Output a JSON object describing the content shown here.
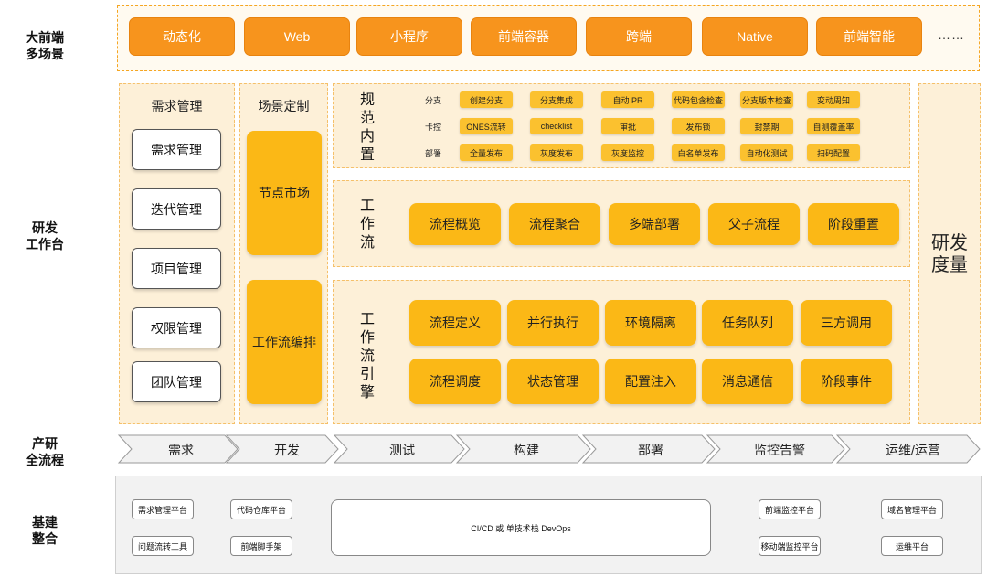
{
  "rows": {
    "frontend_scenes": "大前端\n多场景",
    "workbench": "研发\n工作台",
    "process": "产研\n全流程",
    "infra": "基建\n整合"
  },
  "frontend": {
    "items": [
      "动态化",
      "Web",
      "小程序",
      "前端容器",
      "跨端",
      "Native",
      "前端智能"
    ],
    "more": "……"
  },
  "demand_mgmt": {
    "title": "需求管理",
    "items": [
      "需求管理",
      "迭代管理",
      "项目管理",
      "权限管理",
      "团队管理"
    ]
  },
  "scene_custom": {
    "title": "场景定制",
    "items": [
      "节点市场",
      "工作流编排"
    ]
  },
  "norms": {
    "title_chars": [
      "规",
      "范",
      "内",
      "置"
    ],
    "rows": [
      {
        "label": "分支",
        "tags": [
          "创建分支",
          "分支集成",
          "自动 PR",
          "代码包含检查",
          "分支版本检查",
          "变动周知"
        ]
      },
      {
        "label": "卡控",
        "tags": [
          "ONES流转",
          "checklist",
          "审批",
          "发布锁",
          "封禁期",
          "自测覆盖率"
        ]
      },
      {
        "label": "部署",
        "tags": [
          "全量发布",
          "灰度发布",
          "灰度监控",
          "白名单发布",
          "自动化测试",
          "扫码配置"
        ]
      }
    ]
  },
  "workflow": {
    "title_chars": [
      "工",
      "作",
      "流"
    ],
    "items": [
      "流程概览",
      "流程聚合",
      "多端部署",
      "父子流程",
      "阶段重置"
    ]
  },
  "engine": {
    "title_chars": [
      "工",
      "作",
      "流",
      "引",
      "擎"
    ],
    "row1": [
      "流程定义",
      "并行执行",
      "环境隔离",
      "任务队列",
      "三方调用"
    ],
    "row2": [
      "流程调度",
      "状态管理",
      "配置注入",
      "消息通信",
      "阶段事件"
    ]
  },
  "metrics": {
    "title": "研发\n度量"
  },
  "pipeline": {
    "stages": [
      "需求",
      "开发",
      "测试",
      "构建",
      "部署",
      "监控告警",
      "运维/运营"
    ]
  },
  "infra": {
    "col1": [
      "需求管理平台",
      "问题流转工具"
    ],
    "col2": [
      "代码仓库平台",
      "前端脚手架"
    ],
    "center": "CI/CD 或 单技术栈 DevOps",
    "col3": [
      "前端监控平台",
      "移动端监控平台"
    ],
    "col4": [
      "域名管理平台",
      "运维平台"
    ]
  },
  "colors": {
    "orange": "#f7941d",
    "yellow": "#fbb816",
    "panel_bg": "#fdf0d8",
    "dashed_border": "#f5a623"
  }
}
